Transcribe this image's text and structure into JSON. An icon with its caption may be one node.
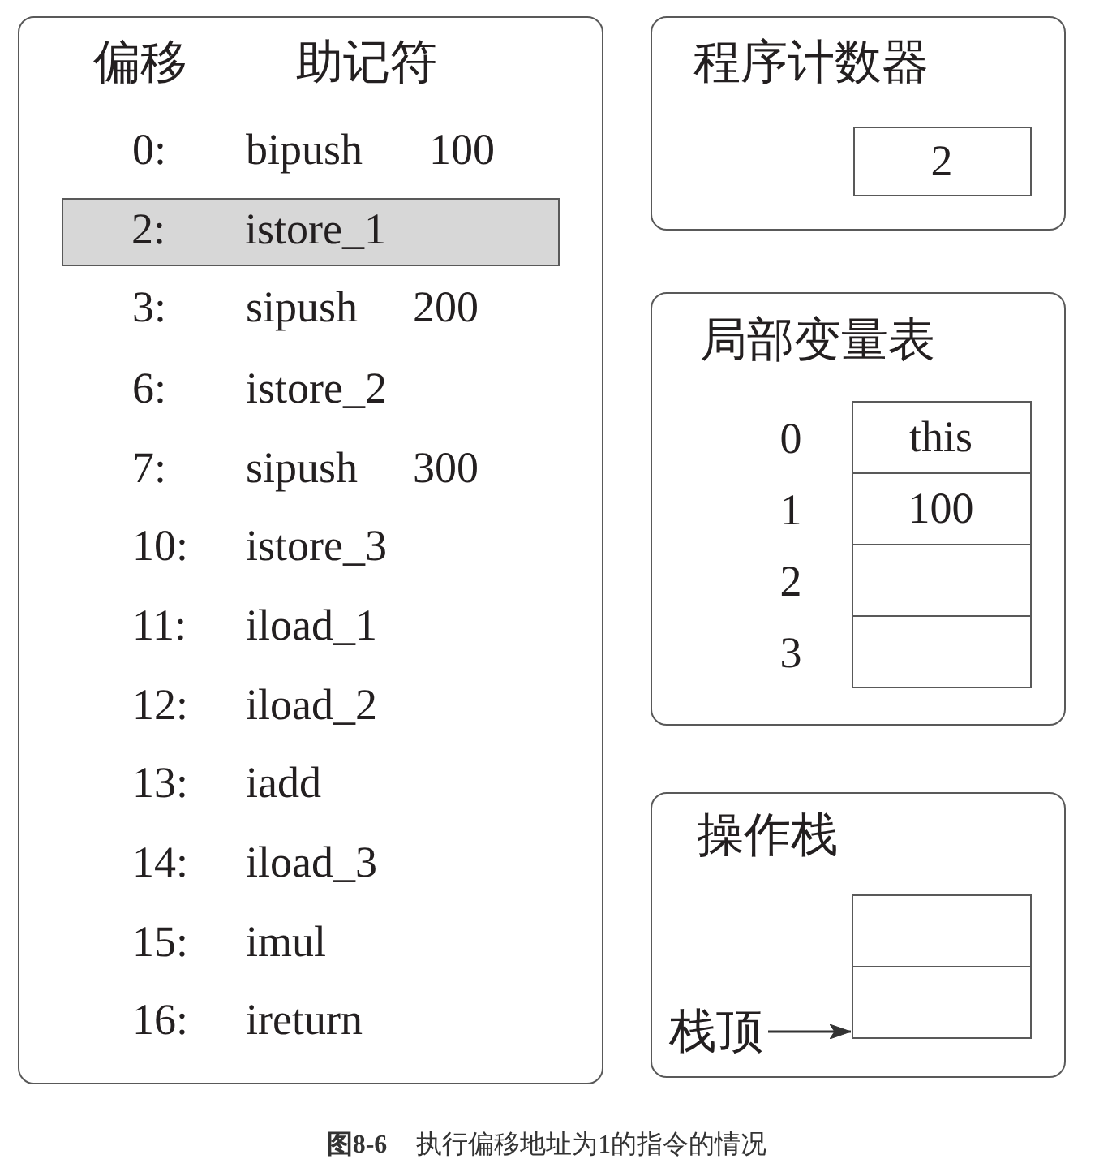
{
  "diagram": {
    "caption": "**图8-6** 执行偏移地址为1的指令的情况",
    "nodes": [
      {
        "text": [
          "偏移",
          "助记符",
          "0:",
          "bipush",
          "100",
          "3:",
          "sipush",
          "200",
          "6:",
          "istore_2",
          "7:",
          "sipush",
          "300",
          "10:",
          "istore_3",
          "11:",
          "iload_1",
          "12:",
          "iload_2",
          "13:",
          "iadd",
          "14:",
          "iload_3",
          "15:",
          "imul",
          "16:",
          "ireturn"
        ]
      },
      {
        "text": [
          "2:",
          "istore_1"
        ],
        "in": 0
      },
      {
        "text": [
          "程序计数器"
        ]
      },
      {
        "text": [
          "2"
        ],
        "in": 2
      },
      {
        "text": [
          "局部变量表"
        ]
      },
      {
        "text": [
          "this"
        ],
        "in": 4,
        "beside": [
          "0"
        ]
      },
      {
        "text": [
          "100"
        ],
        "in": 4,
        "beside": [
          "1"
        ]
      },
      {
        "text": [],
        "shape": "box",
        "in": 4,
        "beside": [
          "2"
        ]
      },
      {
        "text": [],
        "shape": "box",
        "in": 4,
        "beside": [
          "3"
        ]
      },
      {
        "text": [
          "操作栈"
        ]
      },
      {
        "text": [],
        "shape": "box",
        "in": 9
      },
      {
        "text": [],
        "shape": "box",
        "in": 9
      },
      {
        "text": [
          "栈顶"
        ],
        "in": 9
      }
    ],
    "edges": [
      {
        "from": 12,
        "to": 11,
        "arrow": "to"
      }
    ]
  }
}
